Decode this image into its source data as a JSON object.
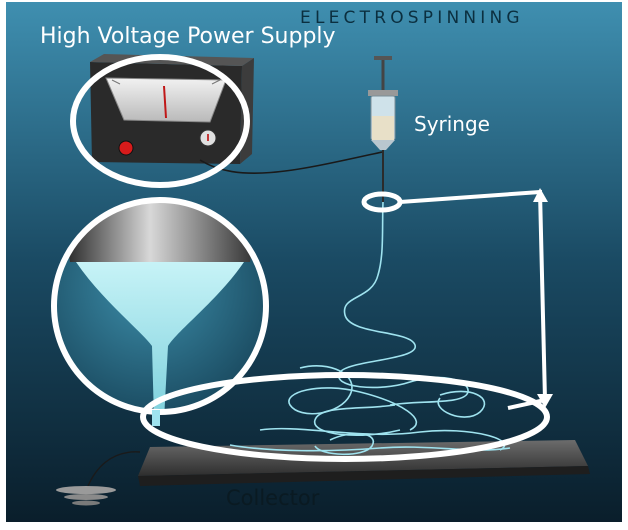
{
  "diagram": {
    "title": "ELECTROSPINNING",
    "labels": {
      "power_supply": "High Voltage Power Supply",
      "syringe": "Syringe",
      "collector": "Collector"
    },
    "components": [
      "power-supply",
      "syringe",
      "needle-tip-magnified",
      "polymer-jet",
      "collector-plate",
      "ground"
    ],
    "colors": {
      "background_top": "#3f8fb0",
      "background_bottom": "#0a1e2b",
      "fiber": "#9fe3ef",
      "annotation": "#ffffff"
    }
  }
}
